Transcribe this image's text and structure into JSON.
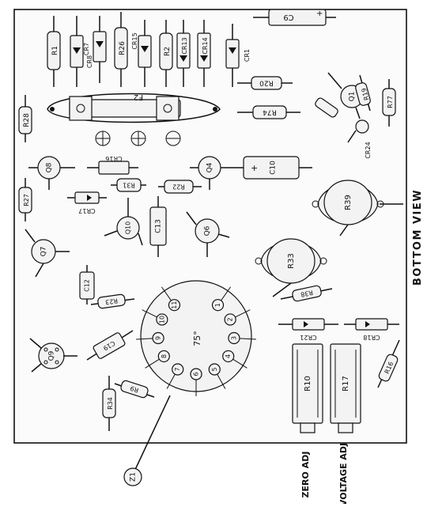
{
  "board": {
    "view_label": "BOTTOM VIEW"
  },
  "socket": {
    "label": "75°",
    "pins": [
      "1",
      "2",
      "3",
      "4",
      "5",
      "6",
      "7",
      "8",
      "9",
      "10",
      "11"
    ]
  },
  "resistors": [
    {
      "id": "r1",
      "label": "R1"
    },
    {
      "id": "r26",
      "label": "R26"
    },
    {
      "id": "r2",
      "label": "R2"
    },
    {
      "id": "r28",
      "label": "R28"
    },
    {
      "id": "r31",
      "label": "R31"
    },
    {
      "id": "r22",
      "label": "R22"
    },
    {
      "id": "r27",
      "label": "R27"
    },
    {
      "id": "r20",
      "label": "R20"
    },
    {
      "id": "r74",
      "label": "R74"
    },
    {
      "id": "r19",
      "label": "R19"
    },
    {
      "id": "r77",
      "label": "R77"
    },
    {
      "id": "r23",
      "label": "R23"
    },
    {
      "id": "r34",
      "label": "R34"
    },
    {
      "id": "r9",
      "label": "R9"
    },
    {
      "id": "r38",
      "label": "R38"
    },
    {
      "id": "r16",
      "label": "R16"
    }
  ],
  "diodes": [
    {
      "id": "cr7",
      "label": "CR7"
    },
    {
      "id": "cr8",
      "label": "CR8"
    },
    {
      "id": "cr15",
      "label": "CR15"
    },
    {
      "id": "cr13",
      "label": "CR13"
    },
    {
      "id": "cr14",
      "label": "CR14"
    },
    {
      "id": "cr1",
      "label": "CR1"
    },
    {
      "id": "cr16",
      "label": "CR16"
    },
    {
      "id": "cr17",
      "label": "CR17"
    },
    {
      "id": "cr24",
      "label": "CR24"
    },
    {
      "id": "cr21",
      "label": "CR21"
    },
    {
      "id": "cr18",
      "label": "CR18"
    }
  ],
  "capacitors": [
    {
      "id": "c9",
      "label": "C9"
    },
    {
      "id": "c10",
      "label": "C10"
    },
    {
      "id": "c13",
      "label": "C13"
    },
    {
      "id": "c12",
      "label": "C12"
    },
    {
      "id": "c19",
      "label": "C19"
    }
  ],
  "transistors": [
    {
      "id": "q1",
      "label": "Q1"
    },
    {
      "id": "q8",
      "label": "Q8"
    },
    {
      "id": "q4",
      "label": "Q4"
    },
    {
      "id": "q10",
      "label": "Q10"
    },
    {
      "id": "q6",
      "label": "Q6"
    },
    {
      "id": "q7",
      "label": "Q7"
    },
    {
      "id": "q9",
      "label": "Q9"
    }
  ],
  "fuse": {
    "label": "F2"
  },
  "pots": [
    {
      "id": "r39",
      "label": "R39"
    },
    {
      "id": "r33",
      "label": "R33"
    }
  ],
  "trimmers": [
    {
      "id": "r10",
      "label": "R10",
      "adj": "ZERO ADJ"
    },
    {
      "id": "r17",
      "label": "R17",
      "adj": "VOLTAGE ADJ"
    }
  ],
  "zener": {
    "label": "Z1"
  }
}
